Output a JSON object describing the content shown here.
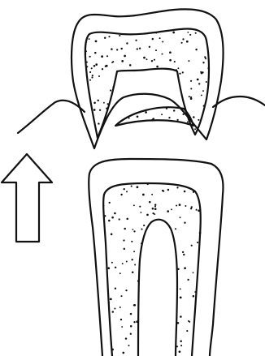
{
  "figure": {
    "ink_color": "#111111",
    "background_color": "#ffffff",
    "parts": [
      "crown-cap",
      "tooth-root",
      "gum-line",
      "direction-arrow"
    ],
    "arrow_direction": "up"
  }
}
